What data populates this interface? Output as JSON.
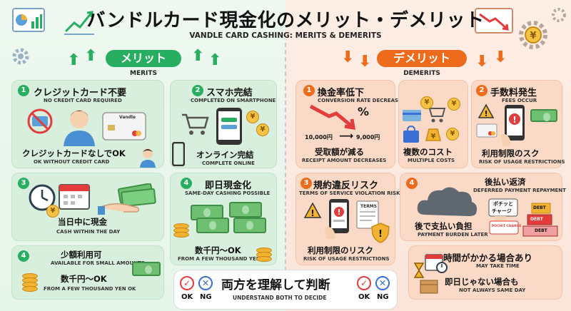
{
  "title": "バンドルカード現金化のメリット・デメリット",
  "subtitle": "VANDLE CARD CASHING: MERITS & DEMERITS",
  "merits": {
    "label": "メリット",
    "label_en": "MERITS",
    "color": "#27ae60",
    "items": [
      {
        "num": "1",
        "title": "クレジットカード不要",
        "title_en": "NO CREDIT CARD REQUIRED",
        "caption": "クレジットカードなしでOK",
        "caption_en": "OK WITHOUT CREDIT CARD",
        "card_label": "Vandle"
      },
      {
        "num": "2",
        "title": "スマホ完結",
        "title_en": "COMPLETED ON SMARTPHONE",
        "caption": "オンライン完結",
        "caption_en": "COMPLETE ONLINE"
      },
      {
        "num": "3",
        "title": "当日中に現金",
        "title_en": "CASH WITHIN THE DAY"
      },
      {
        "num": "4",
        "title": "即日現金化",
        "title_en": "SAME-DAY CASHING POSSIBLE",
        "caption": "数千円〜OK",
        "caption_en": "FROM A FEW THOUSAND YEN OK"
      },
      {
        "num": "4",
        "title": "少額利用可",
        "title_en": "AVAILABLE FOR SMALL AMOUNTS",
        "caption": "数千円〜OK",
        "caption_en": "FROM A FEW THOUSAND YEN OK"
      }
    ]
  },
  "demerits": {
    "label": "デメリット",
    "label_en": "DEMERITS",
    "color": "#ee6b1c",
    "items": [
      {
        "num": "1",
        "title": "換金率低下",
        "title_en": "CONVERSION RATE DECREASE",
        "from": "10,000円",
        "to": "9,000円",
        "caption": "受取額が減る",
        "caption_en": "RECEIPT AMOUNT DECREASES",
        "pct": "%"
      },
      {
        "num": "2",
        "title": "手数料発生",
        "title_en": "FEES OCCUR",
        "caption": "利用制限のスク",
        "caption_en": "RISK OF USAGE RESTRICTIONS"
      },
      {
        "num": "",
        "title": "複数のコスト",
        "title_en": "MULTIPLE COSTS"
      },
      {
        "num": "3",
        "title": "規約違反リスク",
        "title_en": "TERMS OF SERVICE VIOLATION RISK",
        "caption": "利用制限のリスク",
        "caption_en": "RISK OF USAGE RESTRICTIONS",
        "doc_label": "TERMS"
      },
      {
        "num": "4",
        "title": "後払い返済",
        "title_en": "DEFERRED PAYMENT REPAYMENT",
        "caption": "後で支払い負担",
        "caption_en": "PAYMENT BURDEN LATER",
        "sign1": "ポチッと",
        "sign2": "チャージ",
        "wallet": "POCHIT CHARGE",
        "debt": "DEBT"
      },
      {
        "num": "",
        "title": "時間がかかる場合あり",
        "title_en": "MAY TAKE TIME",
        "caption": "即日じゃない場合も",
        "caption_en": "NOT ALWAYS SAME DAY"
      }
    ]
  },
  "bottom": {
    "text": "両方を理解して判断",
    "text_en": "UNDERSTAND BOTH TO DECIDE",
    "ok": "OK",
    "ng": "NG"
  },
  "colors": {
    "green": "#27ae60",
    "orange": "#ee6b1c",
    "yen": "#f2b233"
  }
}
